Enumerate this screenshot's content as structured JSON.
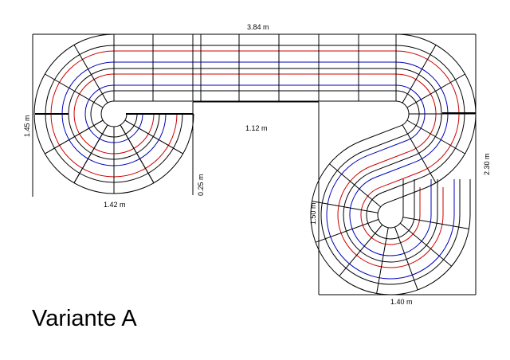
{
  "title": "Variante A",
  "dimensions": {
    "top_width": "3.84 m",
    "left_height": "1.45 m",
    "inner_width": "1.12 m",
    "inner_gap": "0.25 m",
    "left_width": "1.42 m",
    "right_lower_height": "1.50 m",
    "right_height": "2.30 m",
    "bottom_width": "1.40 m"
  },
  "colors": {
    "lane_red": "#cc0000",
    "lane_blue": "#0000bb",
    "line": "#000000"
  }
}
